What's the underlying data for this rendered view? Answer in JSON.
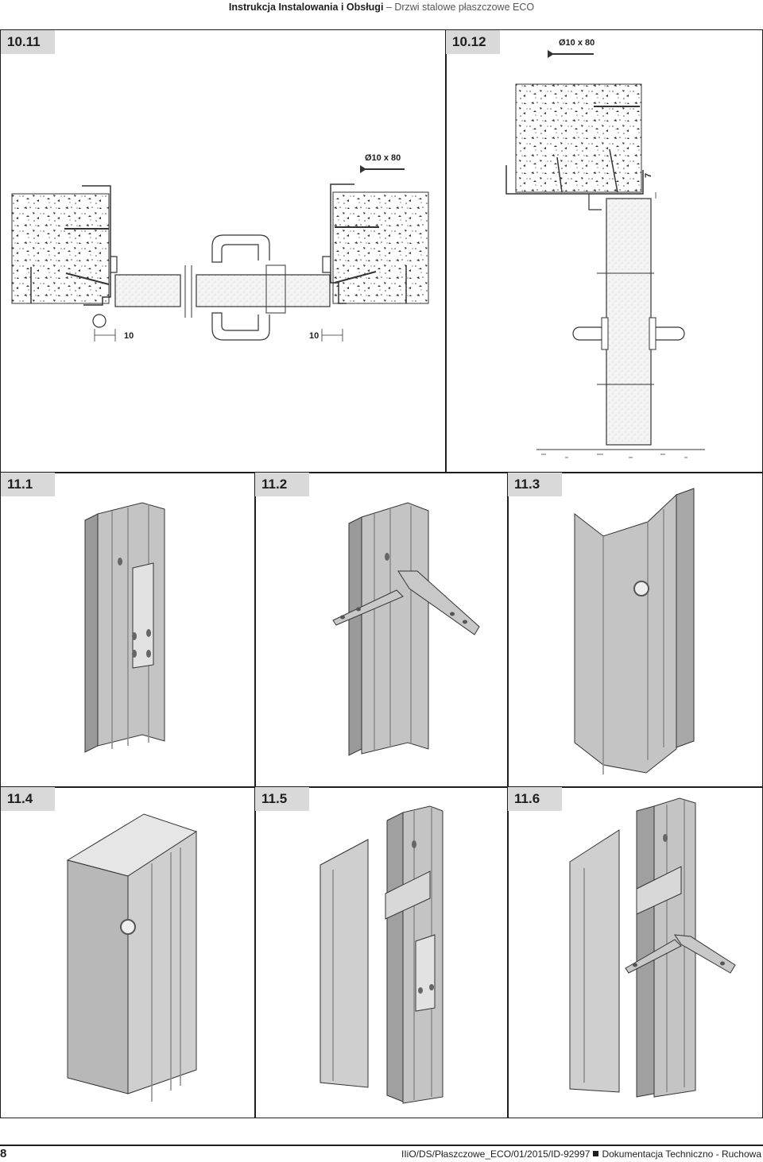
{
  "header": {
    "title_bold": "Instrukcja Instalowania i Obsługi",
    "title_rest": "– Drzwi stalowe płaszczowe ECO"
  },
  "panels": {
    "p1011": {
      "label": "10.11",
      "anchor_label": "Ø10 x 80",
      "dim_left": "10",
      "dim_right": "10"
    },
    "p1012": {
      "label": "10.12",
      "anchor_label": "Ø10 x 80",
      "dim_gap": "7"
    },
    "p111": {
      "label": "11.1"
    },
    "p112": {
      "label": "11.2"
    },
    "p113": {
      "label": "11.3"
    },
    "p114": {
      "label": "11.4"
    },
    "p115": {
      "label": "11.5"
    },
    "p116": {
      "label": "11.6"
    }
  },
  "footer": {
    "page_number": "8",
    "doc_id": "IIiO/DS/Płaszczowe_ECO/01/2015/ID-92997",
    "doc_type": "Dokumentacja Techniczno - Ruchowa"
  },
  "colors": {
    "frame_fill": "#bdbdbd",
    "frame_light": "#d6d6d6",
    "frame_dark": "#8a8a8a",
    "label_bg": "#d9d9d9"
  }
}
